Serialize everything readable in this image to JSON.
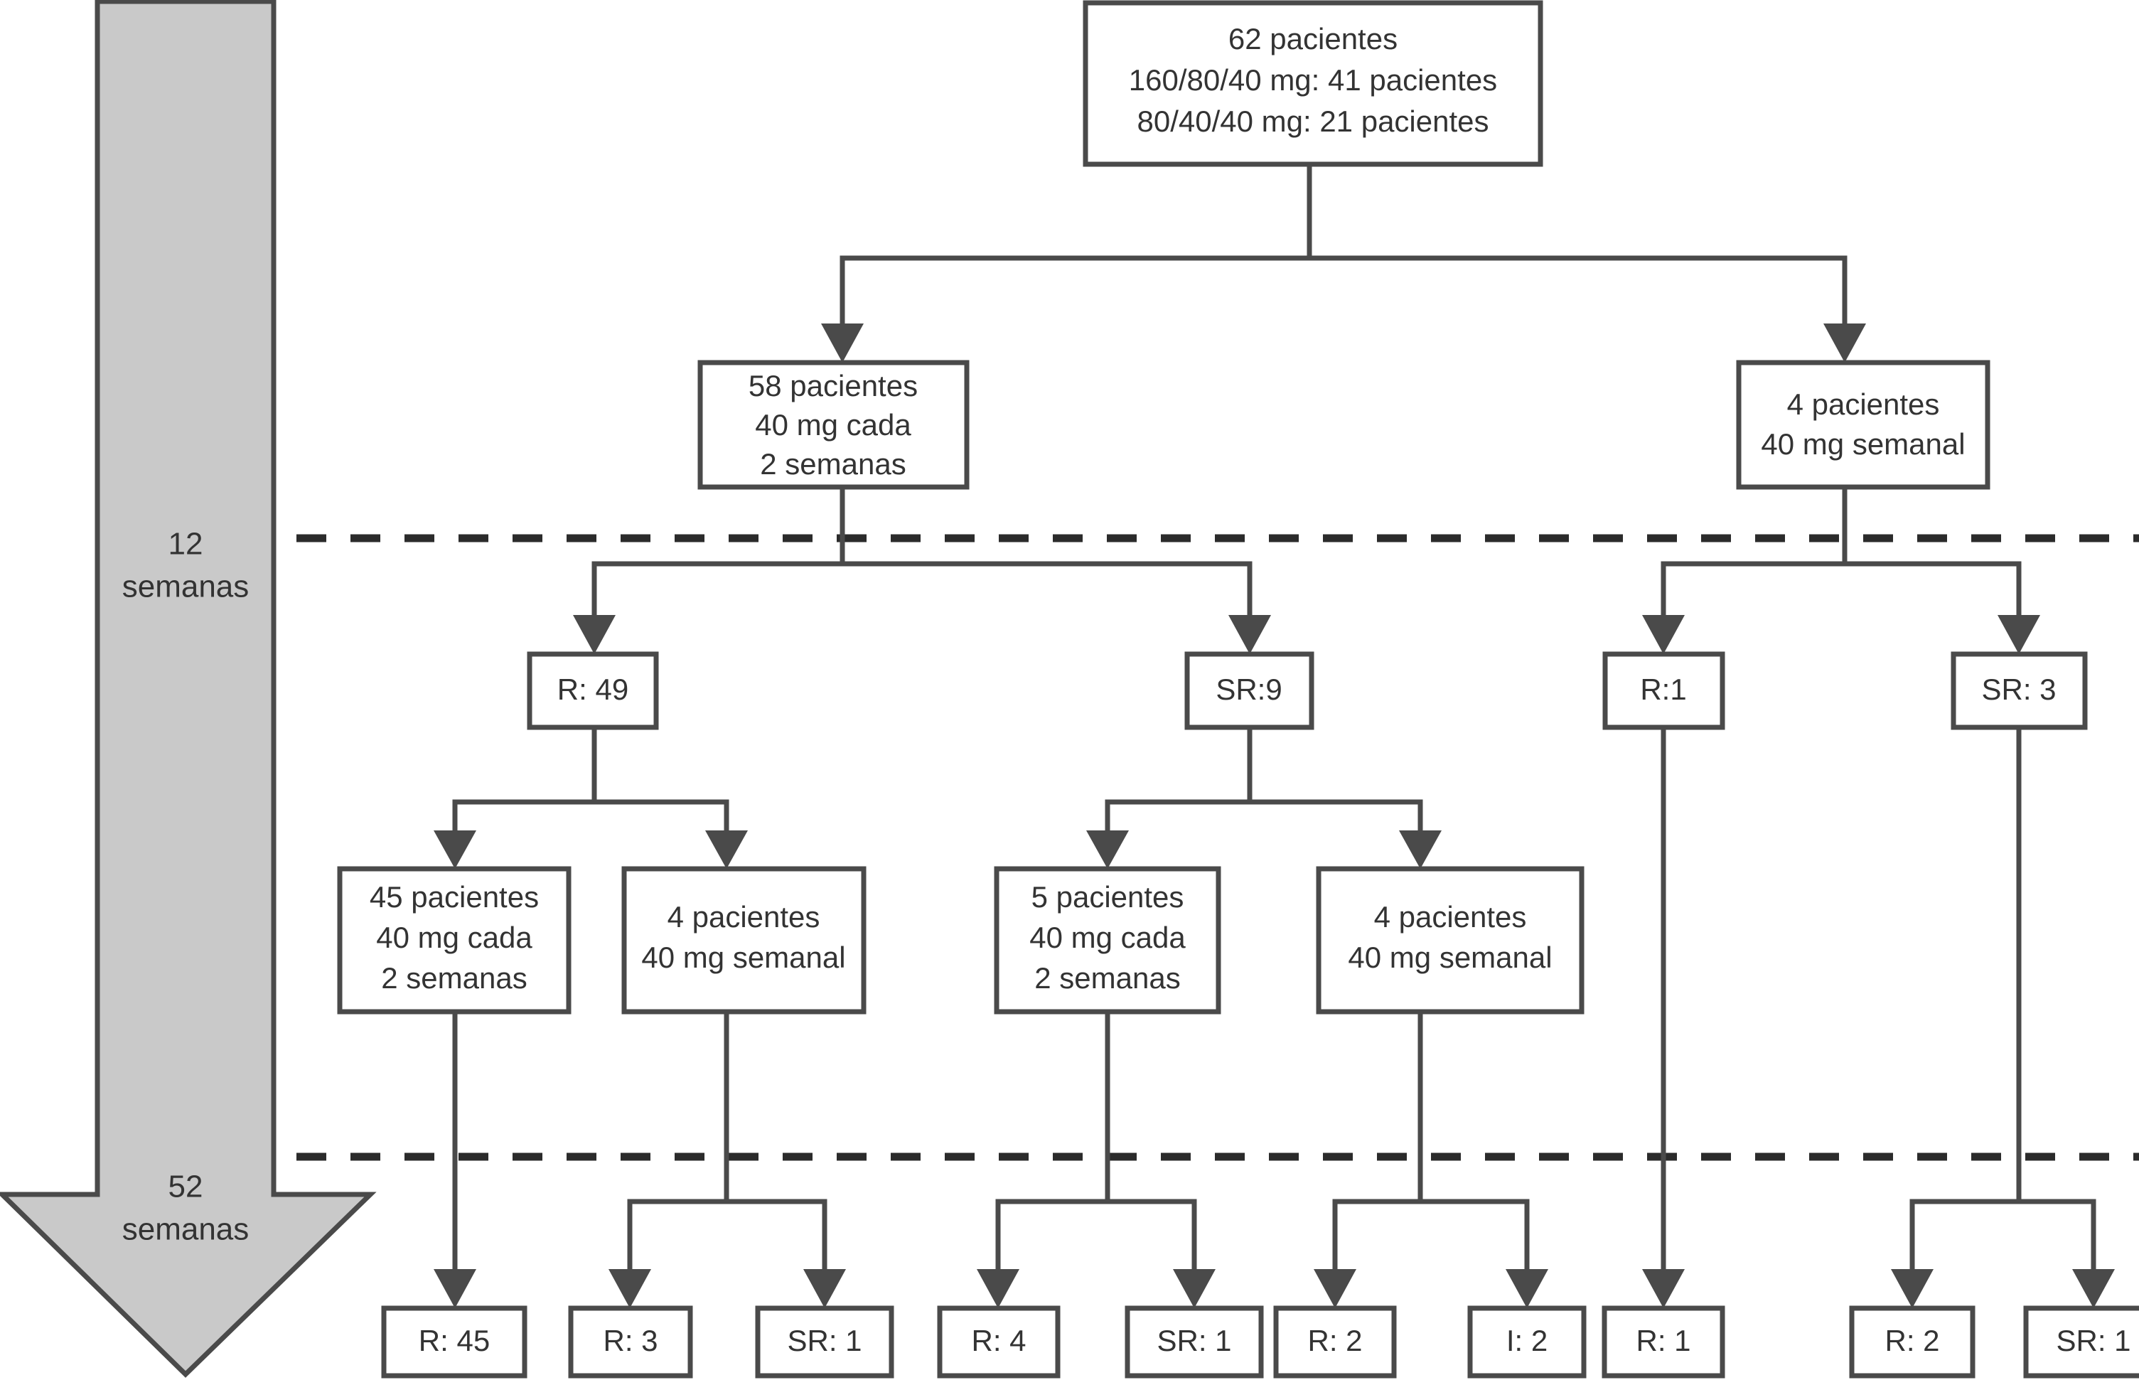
{
  "figure": {
    "type": "flowchart",
    "language": "es",
    "colors": {
      "box_border": "#4a4a4a",
      "box_fill": "#ffffff",
      "text": "#333333",
      "timeline_fill": "#c9c9c9",
      "phase_divider": "#2b2b2b"
    }
  },
  "timeline": {
    "phase_1": {
      "value": "12",
      "unit": "semanas"
    },
    "phase_2": {
      "value": "52",
      "unit": "semanas"
    }
  },
  "nodes": {
    "root": {
      "id": "root",
      "lines": [
        "62 pacientes",
        "160/80/40 mg: 41 pacientes",
        "80/40/40 mg: 21 pacientes"
      ]
    },
    "arm_biweekly": {
      "id": "arm_biweekly",
      "lines": [
        "58 pacientes",
        "40 mg cada",
        "2 semanas"
      ]
    },
    "arm_weekly": {
      "id": "arm_weekly",
      "lines": [
        "4 pacientes",
        "40 mg semanal"
      ]
    },
    "r49": {
      "id": "r49",
      "lines": [
        "R: 49"
      ]
    },
    "sr9": {
      "id": "sr9",
      "lines": [
        "SR:9"
      ]
    },
    "r1_right": {
      "id": "r1_right",
      "lines": [
        "R:1"
      ]
    },
    "sr3_right": {
      "id": "sr3_right",
      "lines": [
        "SR: 3"
      ]
    },
    "t45": {
      "id": "t45",
      "lines": [
        "45 pacientes",
        "40 mg cada",
        "2 semanas"
      ]
    },
    "t4a": {
      "id": "t4a",
      "lines": [
        "4 pacientes",
        "40 mg semanal"
      ]
    },
    "t5": {
      "id": "t5",
      "lines": [
        "5 pacientes",
        "40 mg cada",
        "2 semanas"
      ]
    },
    "t4b": {
      "id": "t4b",
      "lines": [
        "4 pacientes",
        "40 mg semanal"
      ]
    },
    "out_r45": {
      "id": "out_r45",
      "lines": [
        "R: 45"
      ]
    },
    "out_r3": {
      "id": "out_r3",
      "lines": [
        "R: 3"
      ]
    },
    "out_sr1a": {
      "id": "out_sr1a",
      "lines": [
        "SR: 1"
      ]
    },
    "out_r4": {
      "id": "out_r4",
      "lines": [
        "R: 4"
      ]
    },
    "out_sr1b": {
      "id": "out_sr1b",
      "lines": [
        "SR: 1"
      ]
    },
    "out_r2a": {
      "id": "out_r2a",
      "lines": [
        "R: 2"
      ]
    },
    "out_i2": {
      "id": "out_i2",
      "lines": [
        "I: 2"
      ]
    },
    "out_r1": {
      "id": "out_r1",
      "lines": [
        "R: 1"
      ]
    },
    "out_r2b": {
      "id": "out_r2b",
      "lines": [
        "R: 2"
      ]
    },
    "out_sr1c": {
      "id": "out_sr1c",
      "lines": [
        "SR: 1"
      ]
    }
  },
  "chart_data": {
    "type": "flowchart",
    "title": "",
    "levels": [
      {
        "level": 0,
        "nodes": [
          {
            "label": "62 pacientes / 160/80/40 mg: 41 pacientes / 80/40/40 mg: 21 pacientes",
            "n": 62
          }
        ]
      },
      {
        "level": 1,
        "nodes": [
          {
            "label": "58 pacientes 40 mg cada 2 semanas",
            "n": 58
          },
          {
            "label": "4 pacientes 40 mg semanal",
            "n": 4
          }
        ]
      },
      {
        "level": 2,
        "nodes": [
          {
            "label": "R: 49",
            "n": 49
          },
          {
            "label": "SR:9",
            "n": 9
          },
          {
            "label": "R:1",
            "n": 1
          },
          {
            "label": "SR: 3",
            "n": 3
          }
        ]
      },
      {
        "level": 3,
        "nodes": [
          {
            "label": "45 pacientes 40 mg cada 2 semanas",
            "n": 45
          },
          {
            "label": "4 pacientes 40 mg semanal",
            "n": 4
          },
          {
            "label": "5 pacientes 40 mg cada 2 semanas",
            "n": 5
          },
          {
            "label": "4 pacientes 40 mg semanal",
            "n": 4
          }
        ]
      },
      {
        "level": 4,
        "nodes": [
          {
            "label": "R: 45",
            "n": 45
          },
          {
            "label": "R: 3",
            "n": 3
          },
          {
            "label": "SR: 1",
            "n": 1
          },
          {
            "label": "R: 4",
            "n": 4
          },
          {
            "label": "SR: 1",
            "n": 1
          },
          {
            "label": "R: 2",
            "n": 2
          },
          {
            "label": "I: 2",
            "n": 2
          },
          {
            "label": "R: 1",
            "n": 1
          },
          {
            "label": "R: 2",
            "n": 2
          },
          {
            "label": "SR: 1",
            "n": 1
          }
        ]
      }
    ],
    "phase_dividers": [
      "12 semanas",
      "52 semanas"
    ]
  }
}
